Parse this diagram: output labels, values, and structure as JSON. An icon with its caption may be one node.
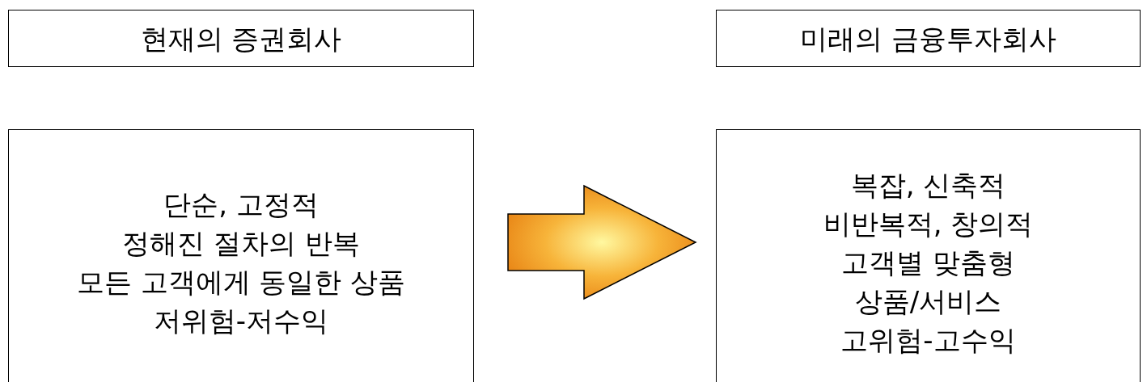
{
  "diagram": {
    "nodes": [
      {
        "text": [
          "현재의 증권회사"
        ]
      },
      {
        "text": [
          "미래의 금융투자회사"
        ]
      },
      {
        "text": [
          "단순, 고정적",
          "정해진 절차의 반복",
          "모든 고객에게 동일한 상품",
          "저위험-저수익"
        ]
      },
      {
        "text": [
          "복잡, 신축적",
          "비반복적, 창의적",
          "고객별 맞춤형",
          "상품/서비스",
          "고위험-고수익"
        ]
      }
    ],
    "edges": [
      {
        "from": 2,
        "to": 3,
        "arrow": "to",
        "style": "thick"
      }
    ]
  }
}
